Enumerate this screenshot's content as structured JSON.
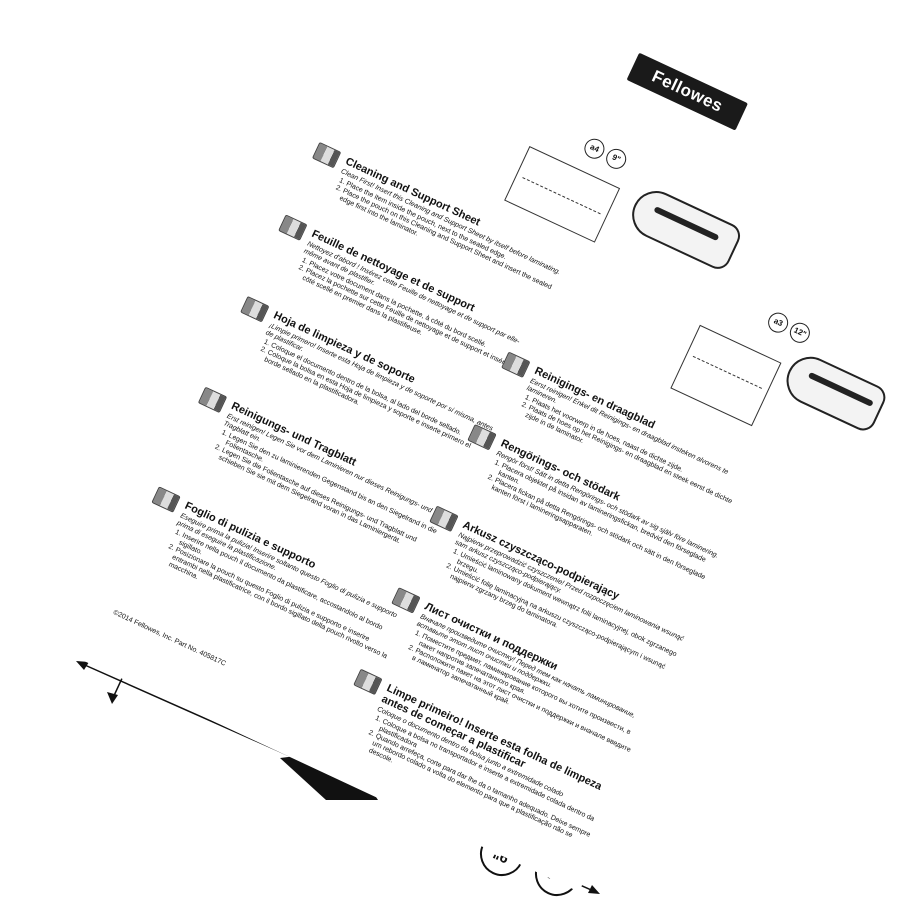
{
  "brand": {
    "logo": "Fellowes"
  },
  "sizes": {
    "a4": "a4",
    "a3": "a3",
    "nine": "9\"",
    "twelve": "12\""
  },
  "sections": {
    "en": {
      "title": "Cleaning and Support Sheet",
      "intro": "Clean First! Insert this Cleaning and Support Sheet by itself before laminating.",
      "items": [
        "Place the item inside the pouch, next to the sealed edge.",
        "Place the pouch on this Cleaning and Support Sheet and insert the sealed edge first into the laminator."
      ]
    },
    "fr": {
      "title": "Feuille de nettoyage et de support",
      "intro": "Nettoyez d'abord ! Insérez cette Feuille de nettoyage et de support par elle-même avant de plastifier.",
      "items": [
        "Placez votre document dans la pochette, à côté du bord scellé.",
        "Placez la pochette sur cette Feuille de nettoyage et de support et insérez-la côté scellé en premier dans la plastifieuse."
      ]
    },
    "es": {
      "title": "Hoja de limpieza y de soporte",
      "intro": "¡Limpie primero! Inserte esta Hoja de limpieza y de soporte por sí misma, antes de plastificar.",
      "items": [
        "Coloque el documento dentro de la bolsa, al lado del borde sellado.",
        "Coloque la bolsa en esta Hoja de limpieza y soporte e inserte primero el borde sellado en la plastificadora."
      ]
    },
    "de": {
      "title": "Reinigungs- und Tragblatt",
      "intro": "Erst reinigen! Legen Sie vor dem Laminieren nur dieses Reinigungs- und Tragblatt ein.",
      "items": [
        "Legen Sie den zu laminierenden Gegenstand bis an den Siegelrand in die Folientasche.",
        "Legen Sie die Folientasche auf dieses Reinigungs- und Tragblatt und schieben Sie sie mit dem Siegelrand voran in das Laminiergerät."
      ]
    },
    "it": {
      "title": "Foglio di pulizia e supporto",
      "intro": "Eseguire prima la pulizia! Inserire soltanto questo Foglio di pulizia e supporto prima di eseguire la plastificazione.",
      "items": [
        "Inserire nella pouch il documento da plastificare, accostandolo al bordo sigillato.",
        "Posizionare la pouch su questo Foglio di pulizia e supporto e inserire entrambi nella plastificatrice, con il bordo sigillato della pouch rivolto verso la macchina."
      ]
    },
    "nl": {
      "title": "Reinigings- en draagblad",
      "intro": "Eerst reinigen! Enkel dit Reinigings- en draagblad insteken alvorens te lamineren.",
      "items": [
        "Plaats het voorwerp in de hoes, naast de dichte zijde.",
        "Plaats de hoes op het Reinigings- en draagblad en steek eerst de dichte zijde in de laminator."
      ]
    },
    "sv": {
      "title": "Rengörings- och stödark",
      "intro": "Rengör först! Sätt in detta Rengörings- och stödark av sig själv före laminering.",
      "items": [
        "Placera objektet på insidan av lamineringsfickan, bredvid den förseglade kanten.",
        "Placera fickan på detta Rengörings- och stödark och sätt in den förseglade kanten först i lamineringsapparaten."
      ]
    },
    "pl": {
      "title": "Arkusz czyszcząco-podpierający",
      "intro": "Najpierw przeprowadzić czyszczenie! Przed rozpoczęciem laminowania wsunąć sam arkusz czyszcząco-podpierający.",
      "items": [
        "Umieścić laminowany dokument wewnątrz folii laminacyjnej, obok zgrzanego brzegu.",
        "Umieścić folię laminacyjną na arkuszu czyszcząco-podpierającym i wsunąć najpierw zgrzany brzeg do laminatora."
      ]
    },
    "ru": {
      "title": "Лист очистки и поддержки",
      "intro": "Вначале произведите очистку! Перед тем как начать ламинирование, вставьте этот лист очистки и поддержки.",
      "items": [
        "Поместите предмет, ламинирование которого вы хотите произвести, в пакет напротив запечатанного края.",
        "Расположите пакет на этот лист очистки и поддержки и вначале введите в ламинатор запечатанный край."
      ]
    },
    "pt": {
      "title": "Limpe primeiro! Inserte esta folha de limpeza antes de começar a plastificar",
      "intro": "Coloque o documento dentro da bolsa junto a extremidade colado",
      "items": [
        "Coloque a bolsa no transportador e inserte a extremidade colada dentro da plastificadora",
        "Quando arrefeça, corte para dar lhe da o tamanho adequado. Deixe sempre um rebordo colado a volta do elemento para que a plastificação não se descole."
      ]
    }
  },
  "copyright": "©2014 Fellowes, Inc. Part No. 405817C"
}
